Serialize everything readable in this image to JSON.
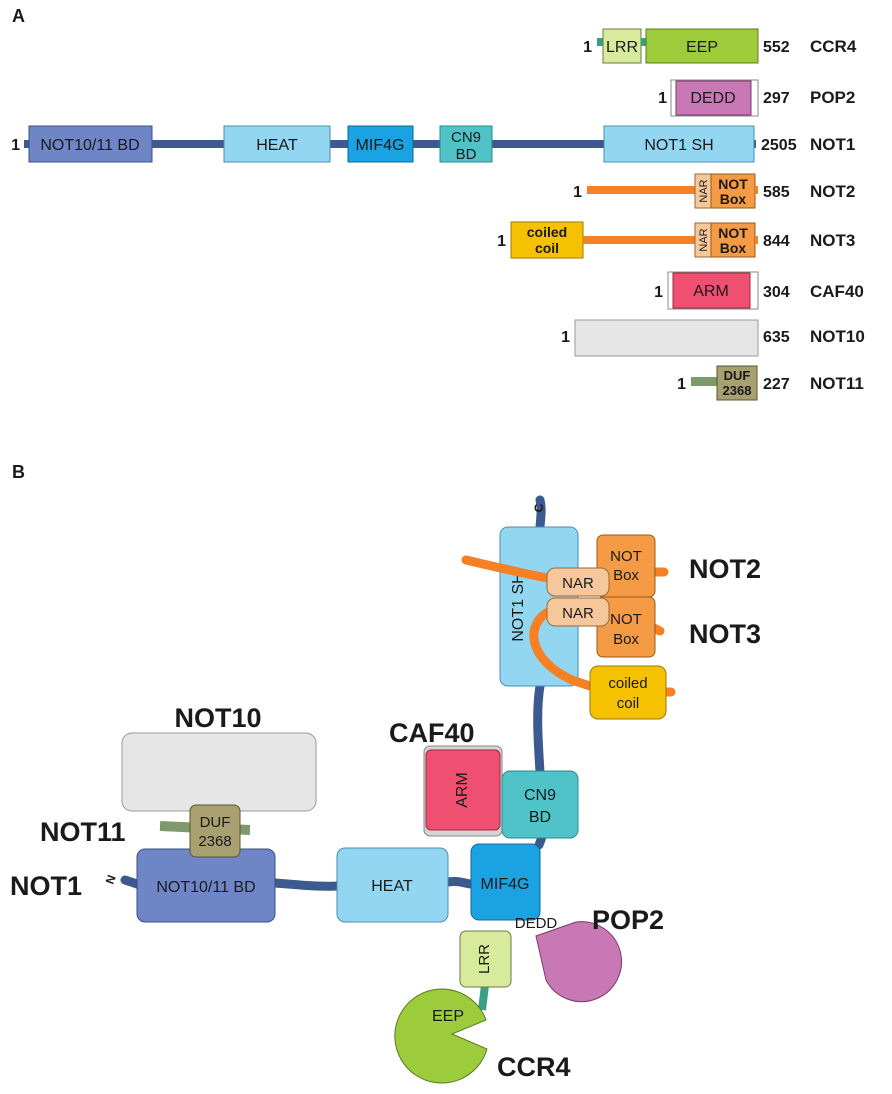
{
  "panel_a": {
    "label": "A",
    "proteins": [
      {
        "name": "CCR4",
        "start": "1",
        "end": "552",
        "domains": [
          {
            "label": "LRR",
            "color": "#d8eb9c"
          },
          {
            "label": "EEP",
            "color": "#9ccb3b"
          }
        ]
      },
      {
        "name": "POP2",
        "start": "1",
        "end": "297",
        "domains": [
          {
            "label": "DEDD",
            "color": "#c878b4"
          }
        ]
      },
      {
        "name": "NOT1",
        "start": "1",
        "end": "2505",
        "domains": [
          {
            "label": "NOT10/11 BD",
            "color": "#6e86c6"
          },
          {
            "label": "HEAT",
            "color": "#93d6f2"
          },
          {
            "label": "MIF4G",
            "color": "#1aa2e3"
          },
          {
            "label": "CN9 BD",
            "line1": "CN9",
            "line2": "BD",
            "color": "#4fc3c8"
          },
          {
            "label": "NOT1 SH",
            "color": "#93d6f2"
          }
        ]
      },
      {
        "name": "NOT2",
        "start": "1",
        "end": "585",
        "domains": [
          {
            "label": "NAR",
            "color": "#f7c79c"
          },
          {
            "label": "NOT Box",
            "line1": "NOT",
            "line2": "Box",
            "color": "#f59a45"
          }
        ]
      },
      {
        "name": "NOT3",
        "start": "1",
        "end": "844",
        "domains": [
          {
            "label": "coiled coil",
            "line1": "coiled",
            "line2": "coil",
            "color": "#f6c200"
          },
          {
            "label": "NAR",
            "color": "#f7c79c"
          },
          {
            "label": "NOT Box",
            "line1": "NOT",
            "line2": "Box",
            "color": "#f59a45"
          }
        ]
      },
      {
        "name": "CAF40",
        "start": "1",
        "end": "304",
        "domains": [
          {
            "label": "ARM",
            "color": "#ef5071"
          }
        ]
      },
      {
        "name": "NOT10",
        "start": "1",
        "end": "635",
        "domains": []
      },
      {
        "name": "NOT11",
        "start": "1",
        "end": "227",
        "domains": [
          {
            "label": "DUF 2368",
            "line1": "DUF",
            "line2": "2368",
            "color": "#a8a070"
          }
        ]
      }
    ]
  },
  "panel_b": {
    "label": "B",
    "subunit_labels": {
      "not1": "NOT1",
      "not2": "NOT2",
      "not3": "NOT3",
      "not10": "NOT10",
      "not11": "NOT11",
      "caf40": "CAF40",
      "pop2": "POP2",
      "ccr4": "CCR4"
    },
    "domains": {
      "not1_sh": "NOT1 SH",
      "nar_not2": "NAR",
      "nar_not3": "NAR",
      "notbox_not2": {
        "line1": "NOT",
        "line2": "Box"
      },
      "notbox_not3": {
        "line1": "NOT",
        "line2": "Box"
      },
      "coiled_coil": {
        "line1": "coiled",
        "line2": "coil"
      },
      "arm": "ARM",
      "cn9bd": {
        "line1": "CN9",
        "line2": "BD"
      },
      "not10_11bd": "NOT10/11 BD",
      "heat": "HEAT",
      "mif4g": "MIF4G",
      "dedd": "DEDD",
      "lrr": "LRR",
      "eep": "EEP",
      "duf": {
        "line1": "DUF",
        "line2": "2368"
      }
    },
    "termini": {
      "n": "N",
      "c": "C"
    }
  },
  "colors": {
    "backbone": "#3c5a8e",
    "orange_chain": "#f58025",
    "green_chain": "#7e9a6a",
    "ccr4_link": "#3c9e82",
    "grey_box": "#e6e6e6"
  }
}
